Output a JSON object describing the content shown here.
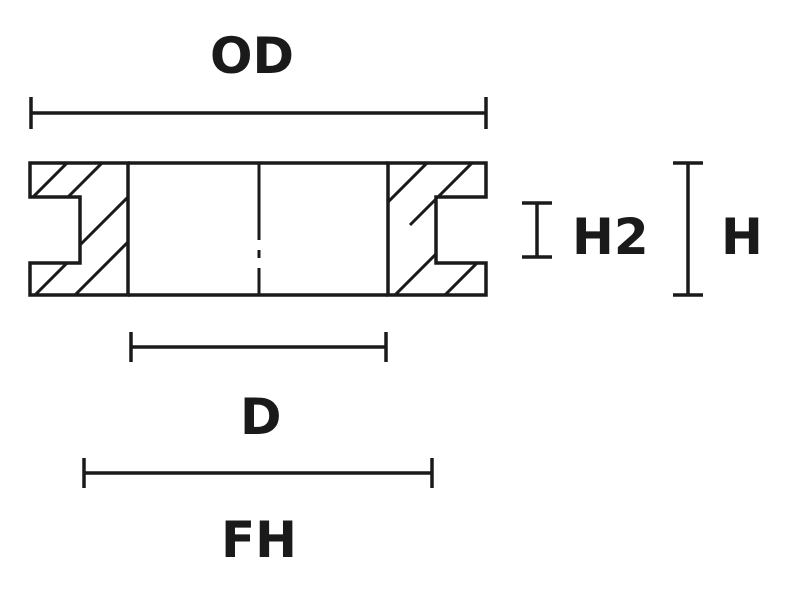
{
  "diagram": {
    "labels": {
      "od": "OD",
      "h2": "H2",
      "h": "H",
      "d": "D",
      "fh": "FH"
    },
    "colors": {
      "ink": "#1a1a1a",
      "background": "#ffffff"
    }
  }
}
